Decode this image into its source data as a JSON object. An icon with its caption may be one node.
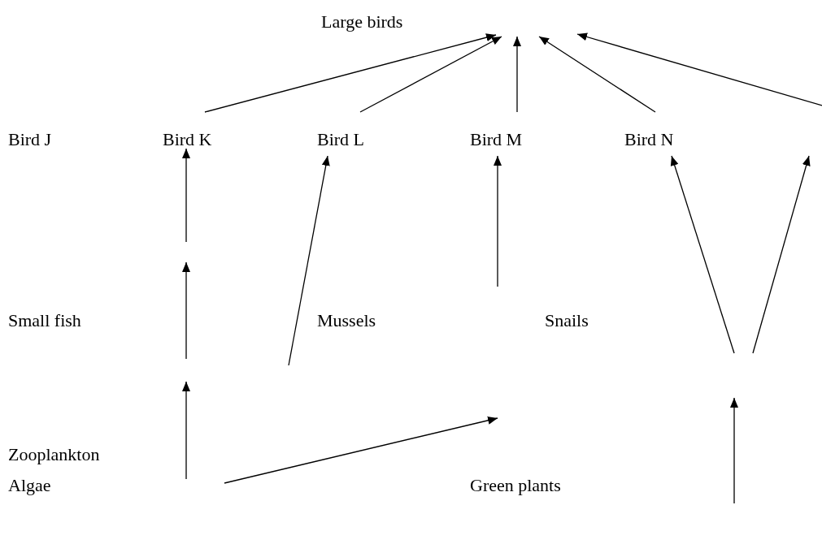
{
  "diagram": {
    "nodes": [
      {
        "text": [
          "Large birds"
        ]
      },
      {
        "text": [
          "Bird J"
        ]
      },
      {
        "text": [
          "Bird K"
        ]
      },
      {
        "text": [
          "Bird L"
        ]
      },
      {
        "text": [
          "Bird M"
        ]
      },
      {
        "text": [
          "Bird N"
        ]
      },
      {
        "text": [
          "Small fish"
        ]
      },
      {
        "text": [
          "Mussels"
        ]
      },
      {
        "text": [
          "Snails"
        ]
      },
      {
        "text": [
          "Zooplankton"
        ]
      },
      {
        "text": [
          "Algae"
        ]
      },
      {
        "text": [
          "Green plants"
        ]
      }
    ],
    "edges": [
      {
        "from": 2,
        "to": null,
        "arrow": "to"
      },
      {
        "from": 3,
        "to": null,
        "arrow": "to"
      },
      {
        "from": 4,
        "to": null,
        "arrow": "to"
      },
      {
        "from": 5,
        "to": null,
        "arrow": "to"
      },
      {
        "from": null,
        "to": 2,
        "arrow": "to"
      },
      {
        "from": 7,
        "to": 3,
        "arrow": "to"
      },
      {
        "from": 8,
        "to": 4,
        "arrow": "to"
      },
      {
        "from": null,
        "to": 5,
        "arrow": "to"
      }
    ]
  }
}
